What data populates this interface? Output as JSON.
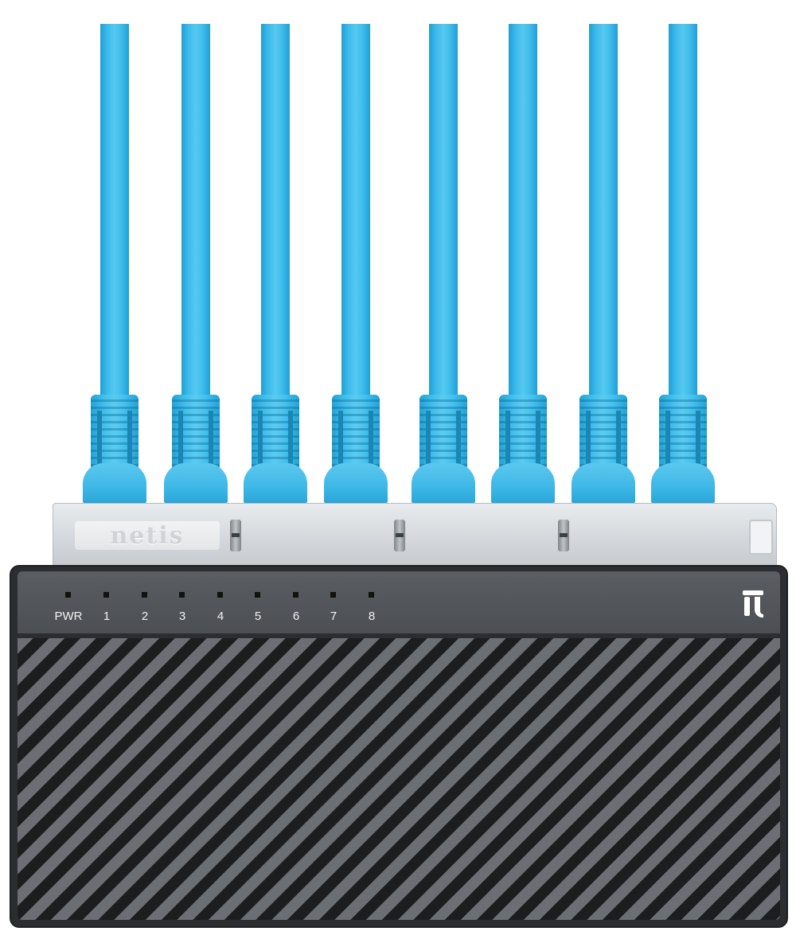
{
  "device": {
    "rear_logo": "netis",
    "leds": [
      {
        "label": "PWR"
      },
      {
        "label": "1"
      },
      {
        "label": "2"
      },
      {
        "label": "3"
      },
      {
        "label": "4"
      },
      {
        "label": "5"
      },
      {
        "label": "6"
      },
      {
        "label": "7"
      },
      {
        "label": "8"
      }
    ],
    "cable_count": 8,
    "colors": {
      "cable": "#3dbbea",
      "body": "#2b2d30",
      "panel": "#505357",
      "rear": "#d4d8dc"
    },
    "icons": {
      "brand": "netis-logo-icon"
    }
  }
}
